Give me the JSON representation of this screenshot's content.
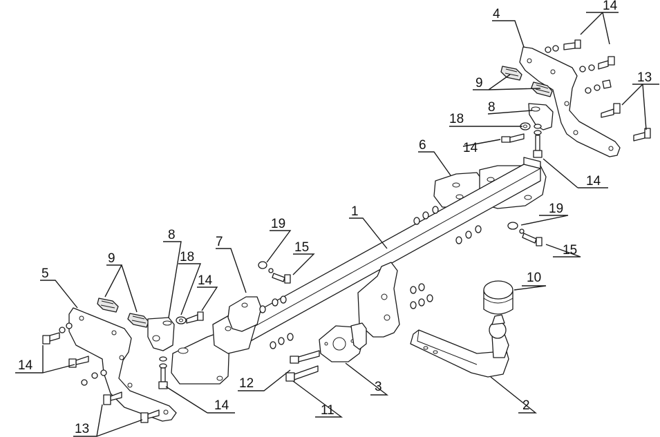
{
  "callouts": [
    {
      "id": "c14a",
      "text": "14"
    },
    {
      "id": "c4",
      "text": "4"
    },
    {
      "id": "c9a",
      "text": "9"
    },
    {
      "id": "c13a",
      "text": "13"
    },
    {
      "id": "c8a",
      "text": "8"
    },
    {
      "id": "c18a",
      "text": "18"
    },
    {
      "id": "c14b",
      "text": "14"
    },
    {
      "id": "c6",
      "text": "6"
    },
    {
      "id": "c14c",
      "text": "14"
    },
    {
      "id": "c1",
      "text": "1"
    },
    {
      "id": "c19a",
      "text": "19"
    },
    {
      "id": "c15a",
      "text": "15"
    },
    {
      "id": "c19b",
      "text": "19"
    },
    {
      "id": "c15b",
      "text": "15"
    },
    {
      "id": "c8b",
      "text": "8"
    },
    {
      "id": "c7",
      "text": "7"
    },
    {
      "id": "c18b",
      "text": "18"
    },
    {
      "id": "c14d",
      "text": "14"
    },
    {
      "id": "c9b",
      "text": "9"
    },
    {
      "id": "c5",
      "text": "5"
    },
    {
      "id": "c10",
      "text": "10"
    },
    {
      "id": "c14e",
      "text": "14"
    },
    {
      "id": "c12",
      "text": "12"
    },
    {
      "id": "c3",
      "text": "3"
    },
    {
      "id": "c2",
      "text": "2"
    },
    {
      "id": "c13b",
      "text": "13"
    },
    {
      "id": "c14f",
      "text": "14"
    },
    {
      "id": "c11",
      "text": "11"
    }
  ]
}
